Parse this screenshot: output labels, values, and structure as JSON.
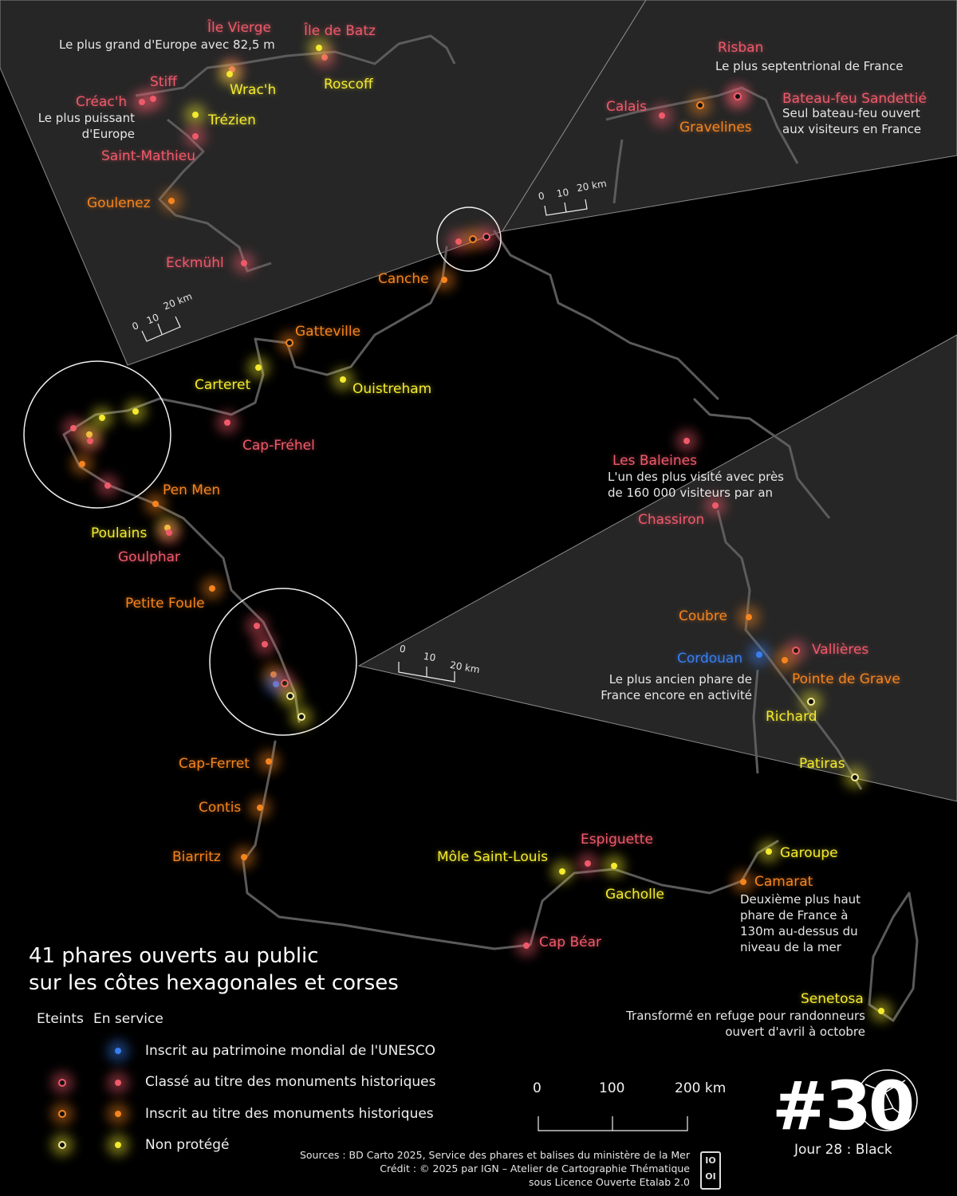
{
  "title": "41 phares ouverts au public\nsur les côtes hexagonales et corses",
  "colors": {
    "background": "#000000",
    "inset": "#262626",
    "coast": "#5a5a5a",
    "unesco": "#3a7ff0",
    "classe": "#ef5a6a",
    "inscrit": "#f5841f",
    "non_protege": "#f3ea2f",
    "non_protege_eteint": "#f3ea9a"
  },
  "legend": {
    "col_eteints": "Eteints",
    "col_en_service": "En service",
    "items": [
      {
        "label": "Inscrit au patrimoine mondial de l'UNESCO",
        "category": "unesco"
      },
      {
        "label": "Classé au titre des monuments historiques",
        "category": "classe"
      },
      {
        "label": "Inscrit au titre des monuments historiques",
        "category": "inscrit"
      },
      {
        "label": "Non protégé",
        "category": "non_protege"
      }
    ]
  },
  "scale_main": {
    "ticks": [
      "0",
      "100",
      "200 km"
    ]
  },
  "scale_brittany": {
    "ticks": [
      "0",
      "10",
      "20 km"
    ]
  },
  "scale_north": {
    "ticks": [
      "0",
      "10",
      "20 km"
    ]
  },
  "scale_gironde": {
    "ticks": [
      "0",
      "10",
      "20 km"
    ]
  },
  "sources": "Sources : BD Carto 2025, Service des phares et balises du ministère de la Mer\nCrédit : © 2025 par IGN – Atelier de Cartographie Thématique\nsous Licence Ouverte Etalab 2.0",
  "badge": "#30",
  "jour": "Jour 28 : Black",
  "ign_logo": "IO\nOI",
  "lighthouses_main": [
    {
      "name": "Canche",
      "category": "inscrit",
      "state": "service"
    },
    {
      "name": "Gatteville",
      "category": "inscrit",
      "state": "eteint"
    },
    {
      "name": "Carteret",
      "category": "non_protege",
      "state": "service"
    },
    {
      "name": "Ouistreham",
      "category": "non_protege",
      "state": "service"
    },
    {
      "name": "Cap-Fréhel",
      "category": "classe",
      "state": "service"
    },
    {
      "name": "Pen Men",
      "category": "inscrit",
      "state": "service"
    },
    {
      "name": "Poulains",
      "category": "non_protege",
      "state": "service"
    },
    {
      "name": "Goulphar",
      "category": "classe",
      "state": "service"
    },
    {
      "name": "Petite Foule",
      "category": "inscrit",
      "state": "service"
    },
    {
      "name": "Cap-Ferret",
      "category": "inscrit",
      "state": "service"
    },
    {
      "name": "Contis",
      "category": "inscrit",
      "state": "service"
    },
    {
      "name": "Biarritz",
      "category": "inscrit",
      "state": "service"
    },
    {
      "name": "Môle Saint-Louis",
      "category": "non_protege",
      "state": "service"
    },
    {
      "name": "Espiguette",
      "category": "classe",
      "state": "service"
    },
    {
      "name": "Gacholle",
      "category": "non_protege",
      "state": "service"
    },
    {
      "name": "Cap Béar",
      "category": "classe",
      "state": "service"
    },
    {
      "name": "Garoupe",
      "category": "non_protege",
      "state": "service"
    },
    {
      "name": "Camarat",
      "category": "inscrit",
      "state": "service"
    },
    {
      "name": "Senetosa",
      "category": "non_protege",
      "state": "service"
    }
  ],
  "lighthouses_brittany": [
    {
      "name": "Île Vierge",
      "category": "classe",
      "state": "service"
    },
    {
      "name": "Île de Batz",
      "category": "classe",
      "state": "service"
    },
    {
      "name": "Wrac'h",
      "category": "non_protege",
      "state": "service"
    },
    {
      "name": "Roscoff",
      "category": "non_protege",
      "state": "service"
    },
    {
      "name": "Stiff",
      "category": "classe",
      "state": "service"
    },
    {
      "name": "Créac'h",
      "category": "classe",
      "state": "service"
    },
    {
      "name": "Trézien",
      "category": "non_protege",
      "state": "service"
    },
    {
      "name": "Saint-Mathieu",
      "category": "classe",
      "state": "service"
    },
    {
      "name": "Goulenez",
      "category": "inscrit",
      "state": "service"
    },
    {
      "name": "Eckmühl",
      "category": "classe",
      "state": "service"
    }
  ],
  "lighthouses_north": [
    {
      "name": "Risban",
      "category": "classe",
      "state": "eteint"
    },
    {
      "name": "Calais",
      "category": "classe",
      "state": "service"
    },
    {
      "name": "Gravelines",
      "category": "inscrit",
      "state": "eteint"
    },
    {
      "name": "Bateau-feu Sandettié",
      "category": "classe",
      "state": "eteint"
    }
  ],
  "lighthouses_gironde": [
    {
      "name": "Les Baleines",
      "category": "classe",
      "state": "service"
    },
    {
      "name": "Chassiron",
      "category": "classe",
      "state": "service"
    },
    {
      "name": "Coubre",
      "category": "inscrit",
      "state": "service"
    },
    {
      "name": "Cordouan",
      "category": "unesco",
      "state": "service"
    },
    {
      "name": "Vallières",
      "category": "classe",
      "state": "eteint"
    },
    {
      "name": "Pointe de Grave",
      "category": "inscrit",
      "state": "service"
    },
    {
      "name": "Richard",
      "category": "non_protege",
      "state": "eteint"
    },
    {
      "name": "Patiras",
      "category": "non_protege",
      "state": "eteint"
    }
  ],
  "notes": {
    "ile_vierge": "Le plus grand d'Europe avec 82,5 m",
    "creach": "Le plus puissant\nd'Europe",
    "risban": "Le plus septentrional de France",
    "sandettie": "Seul bateau-feu ouvert\naux visiteurs en France",
    "baleines": "L'un des plus visité avec près\nde 160 000 visiteurs par an",
    "cordouan": "Le plus ancien phare de\nFrance encore en activité",
    "camarat": "Deuxième plus haut\nphare de France à\n130m au-dessus du\nniveau de la mer",
    "senetosa": "Transformé en refuge pour randonneurs\nouvert d'avril à octobre"
  }
}
